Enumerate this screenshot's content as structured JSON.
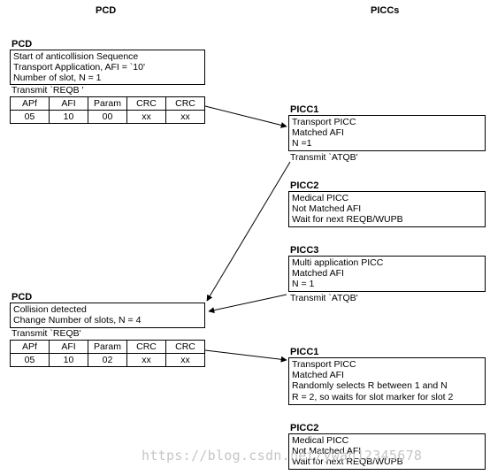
{
  "headers": {
    "pcd": "PCD",
    "piccs": "PICCs"
  },
  "pcd1": {
    "label": "PCD",
    "lines": [
      "Start of anticollision Sequence",
      "Transport Application, AFI = `10'",
      "Number of slot, N = 1"
    ],
    "transmit": "Transmit `REQB '",
    "frame_headers": [
      "APf",
      "AFI",
      "Param",
      "CRC",
      "CRC"
    ],
    "frame_values": [
      "05",
      "10",
      "00",
      "xx",
      "xx"
    ]
  },
  "pcd2": {
    "label": "PCD",
    "lines": [
      "Collision detected",
      "Change Number of slots, N = 4"
    ],
    "transmit": "Transmit `REQB'",
    "frame_headers": [
      "APf",
      "AFI",
      "Param",
      "CRC",
      "CRC"
    ],
    "frame_values": [
      "05",
      "10",
      "02",
      "xx",
      "xx"
    ]
  },
  "picc1a": {
    "label": "PICC1",
    "lines": [
      "Transport PICC",
      "Matched AFI",
      "N =1"
    ],
    "transmit": "Transmit `ATQB'"
  },
  "picc2a": {
    "label": "PICC2",
    "lines": [
      "Medical PICC",
      "Not Matched AFI",
      "Wait for next REQB/WUPB"
    ]
  },
  "picc3": {
    "label": "PICC3",
    "lines": [
      "Multi application PICC",
      "Matched AFI",
      "N = 1"
    ],
    "transmit": "Transmit `ATQB'"
  },
  "picc1b": {
    "label": "PICC1",
    "lines": [
      "Transport PICC",
      "Matched AFI",
      "Randomly selects R between 1 and N",
      "R = 2, so waits for slot marker for slot 2"
    ]
  },
  "picc2b": {
    "label": "PICC2",
    "lines": [
      "Medical PICC",
      "Not Matched AFI",
      "Wait for next REQB/WUPB"
    ]
  },
  "watermark": "https://blog.csdn.net/ywan12345678"
}
